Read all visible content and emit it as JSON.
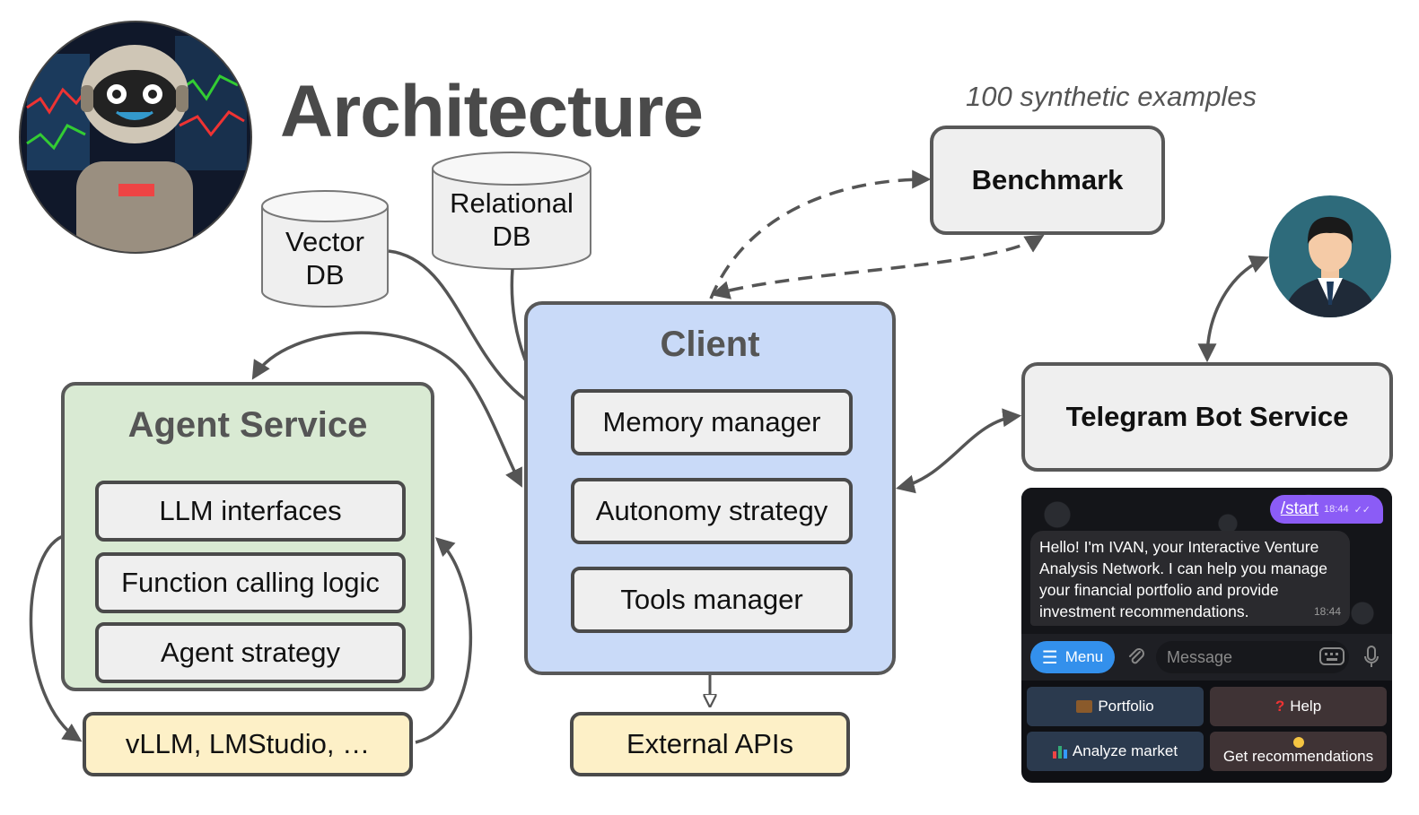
{
  "title": "Architecture",
  "note": "100 synthetic examples",
  "benchmark": "Benchmark",
  "databases": {
    "vector": [
      "Vector",
      "DB"
    ],
    "relational": [
      "Relational",
      "DB"
    ]
  },
  "client": {
    "title": "Client",
    "items": [
      "Memory manager",
      "Autonomy strategy",
      "Tools manager"
    ]
  },
  "agent_service": {
    "title": "Agent Service",
    "items": [
      "LLM interfaces",
      "Function calling logic",
      "Agent strategy"
    ]
  },
  "llm_backends": "vLLM, LMStudio, …",
  "external_apis": "External APIs",
  "telegram_service": "Telegram Bot Service",
  "telegram_chat": {
    "start_command": "/start",
    "start_time": "18:44",
    "bot_message": "Hello! I'm IVAN, your Interactive Venture Analysis Network. I can help you manage your financial portfolio and provide investment recommendations.",
    "bot_time": "18:44",
    "menu_label": "Menu",
    "input_placeholder": "Message",
    "buttons": [
      {
        "icon": "briefcase-icon",
        "label": "Portfolio"
      },
      {
        "icon": "question-icon",
        "label": "Help"
      },
      {
        "icon": "chart-icon",
        "label": "Analyze market"
      },
      {
        "icon": "lightbulb-icon",
        "label": "Get recommendations"
      }
    ]
  },
  "colors": {
    "client_fill": "#c9daf8",
    "agent_fill": "#d9ead3",
    "yellow_fill": "#fdf0c7",
    "box_fill": "#efefef",
    "stroke": "#585858",
    "telegram_accent": "#8b5cf6",
    "menu_blue": "#3390ec"
  }
}
